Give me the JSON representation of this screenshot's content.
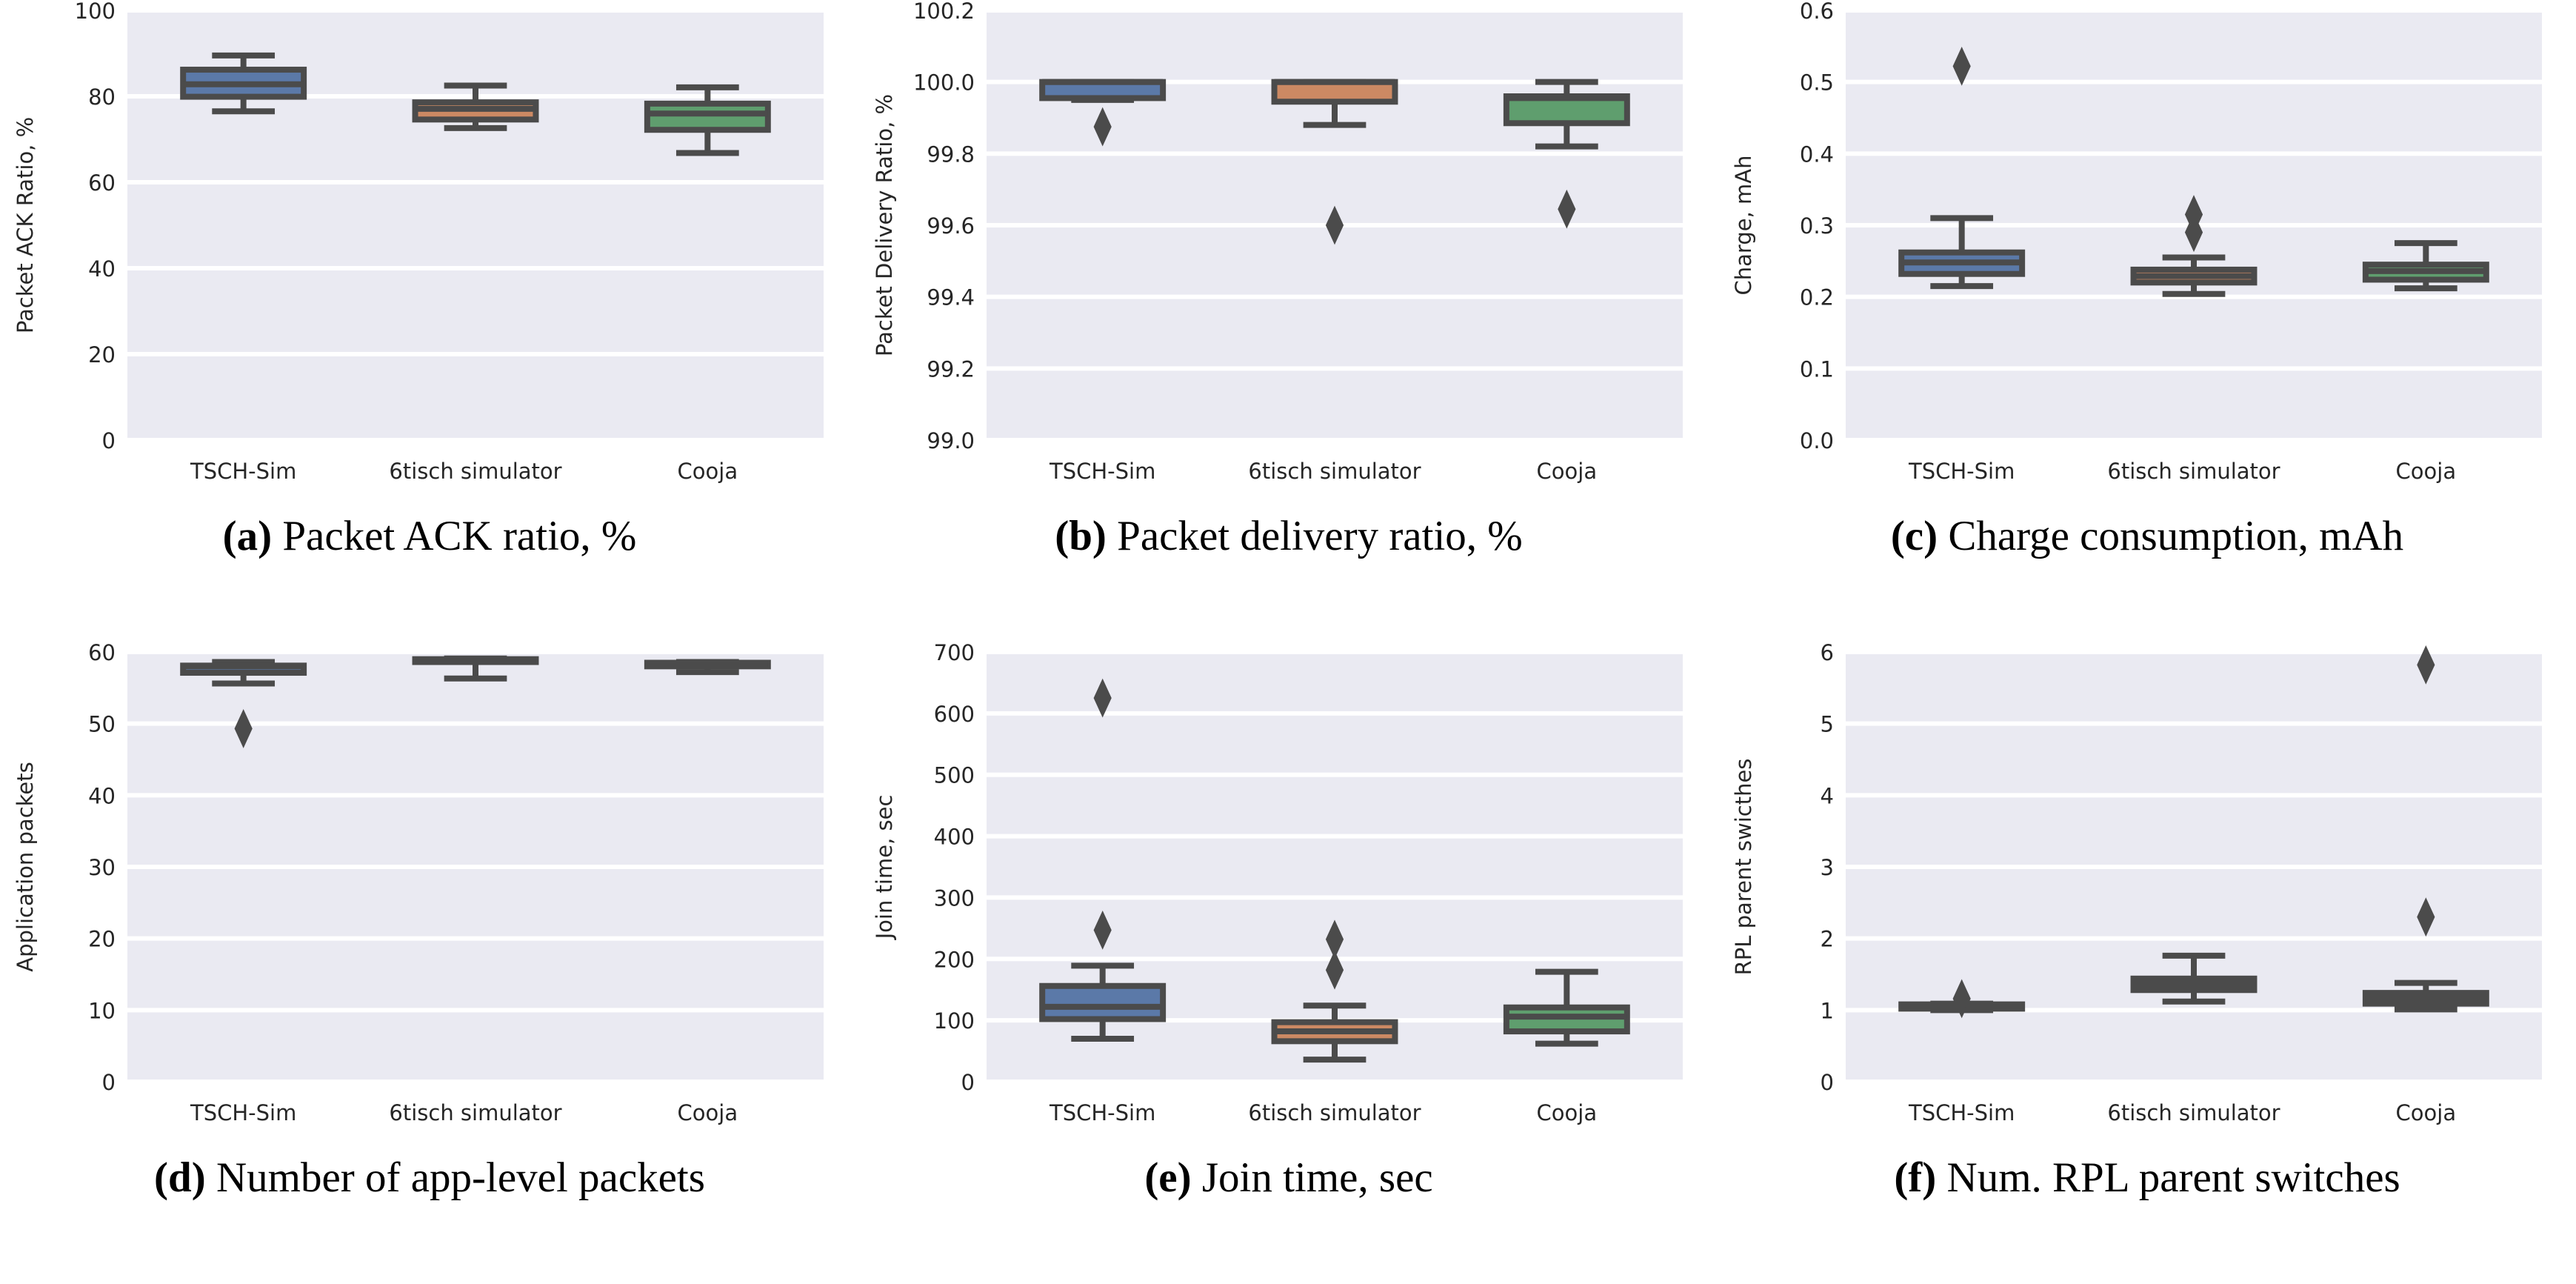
{
  "figure": {
    "categories": [
      "TSCH-Sim",
      "6tisch simulator",
      "Cooja"
    ],
    "palette": {
      "blue": "#5b79a8",
      "orange": "#cc8963",
      "green": "#5f9e6e",
      "edge": "#4b4b4b",
      "panel_bg": "#eaeaf2",
      "grid": "#ffffff",
      "text": "#262626",
      "caption": "#000000"
    },
    "panels": [
      {
        "key": "a",
        "caption_label": "(a)",
        "caption_text": "Packet ACK ratio, %",
        "chart_data": {
          "type": "box",
          "title": "",
          "xlabel": "",
          "ylabel": "Packet ACK Ratio, %",
          "ylim": [
            0,
            100
          ],
          "yticks": [
            0,
            20,
            40,
            60,
            80,
            100
          ],
          "ytick_labels": [
            "0",
            "20",
            "40",
            "60",
            "80",
            "100"
          ],
          "grid": true,
          "legend": "none",
          "categories": [
            "TSCH-Sim",
            "6tisch simulator",
            "Cooja"
          ],
          "series": [
            {
              "name": "TSCH-Sim",
              "color": "#5b79a8",
              "min": 76.5,
              "q1": 79.9,
              "median": 82.8,
              "q3": 86.2,
              "max": 89.5,
              "outliers": []
            },
            {
              "name": "6tisch simulator",
              "color": "#cc8963",
              "min": 72.6,
              "q1": 74.6,
              "median": 77.1,
              "q3": 78.6,
              "max": 82.5,
              "outliers": []
            },
            {
              "name": "Cooja",
              "color": "#5f9e6e",
              "min": 66.8,
              "q1": 72.2,
              "median": 76.0,
              "q3": 78.3,
              "max": 82.1,
              "outliers": []
            }
          ]
        }
      },
      {
        "key": "b",
        "caption_label": "(b)",
        "caption_text": "Packet delivery ratio, %",
        "chart_data": {
          "type": "box",
          "title": "",
          "xlabel": "",
          "ylabel": "Packet Delivery Ratio, %",
          "ylim": [
            99.0,
            100.2
          ],
          "yticks": [
            99.0,
            99.2,
            99.4,
            99.6,
            99.8,
            100.0,
            100.2
          ],
          "ytick_labels": [
            "99.0",
            "99.2",
            "99.4",
            "99.6",
            "99.8",
            "100.0",
            "100.2"
          ],
          "grid": true,
          "legend": "none",
          "categories": [
            "TSCH-Sim",
            "6tisch simulator",
            "Cooja"
          ],
          "series": [
            {
              "name": "TSCH-Sim",
              "color": "#5b79a8",
              "min": 99.95,
              "q1": 99.955,
              "median": 100.0,
              "q3": 100.0,
              "max": 100.0,
              "outliers": [
                99.875
              ]
            },
            {
              "name": "6tisch simulator",
              "color": "#cc8963",
              "min": 99.88,
              "q1": 99.945,
              "median": 100.0,
              "q3": 100.0,
              "max": 100.0,
              "outliers": [
                99.6
              ]
            },
            {
              "name": "Cooja",
              "color": "#5f9e6e",
              "min": 99.82,
              "q1": 99.885,
              "median": 99.955,
              "q3": 99.96,
              "max": 100.0,
              "outliers": [
                99.645
              ]
            }
          ]
        }
      },
      {
        "key": "c",
        "caption_label": "(c)",
        "caption_text": "Charge consumption, mAh",
        "chart_data": {
          "type": "box",
          "title": "",
          "xlabel": "",
          "ylabel": "Charge, mAh",
          "ylim": [
            0.0,
            0.6
          ],
          "yticks": [
            0.0,
            0.1,
            0.2,
            0.3,
            0.4,
            0.5,
            0.6
          ],
          "ytick_labels": [
            "0.0",
            "0.1",
            "0.2",
            "0.3",
            "0.4",
            "0.5",
            "0.6"
          ],
          "grid": true,
          "legend": "none",
          "categories": [
            "TSCH-Sim",
            "6tisch simulator",
            "Cooja"
          ],
          "series": [
            {
              "name": "TSCH-Sim",
              "color": "#5b79a8",
              "min": 0.215,
              "q1": 0.232,
              "median": 0.248,
              "q3": 0.262,
              "max": 0.31,
              "outliers": [
                0.522
              ]
            },
            {
              "name": "6tisch simulator",
              "color": "#cc8963",
              "min": 0.204,
              "q1": 0.22,
              "median": 0.229,
              "q3": 0.238,
              "max": 0.255,
              "outliers": [
                0.29,
                0.315
              ]
            },
            {
              "name": "Cooja",
              "color": "#5f9e6e",
              "min": 0.212,
              "q1": 0.224,
              "median": 0.236,
              "q3": 0.245,
              "max": 0.275,
              "outliers": []
            }
          ]
        }
      },
      {
        "key": "d",
        "caption_label": "(d)",
        "caption_text": "Number of app-level packets",
        "chart_data": {
          "type": "box",
          "title": "",
          "xlabel": "",
          "ylabel": "Application packets",
          "ylim": [
            0,
            60
          ],
          "yticks": [
            0,
            10,
            20,
            30,
            40,
            50,
            60
          ],
          "ytick_labels": [
            "0",
            "10",
            "20",
            "30",
            "40",
            "50",
            "60"
          ],
          "grid": true,
          "legend": "none",
          "categories": [
            "TSCH-Sim",
            "6tisch simulator",
            "Cooja"
          ],
          "series": [
            {
              "name": "TSCH-Sim",
              "color": "#5b79a8",
              "min": 55.6,
              "q1": 57.1,
              "median": 58.0,
              "q3": 58.1,
              "max": 58.6,
              "outliers": [
                49.3
              ]
            },
            {
              "name": "6tisch simulator",
              "color": "#cc8963",
              "min": 56.3,
              "q1": 58.6,
              "median": 58.9,
              "q3": 59.0,
              "max": 59.1,
              "outliers": []
            },
            {
              "name": "Cooja",
              "color": "#5f9e6e",
              "min": 57.2,
              "q1": 58.0,
              "median": 58.3,
              "q3": 58.5,
              "max": 58.6,
              "outliers": []
            }
          ]
        }
      },
      {
        "key": "e",
        "caption_label": "(e)",
        "caption_text": "Join time, sec",
        "chart_data": {
          "type": "box",
          "title": "",
          "xlabel": "",
          "ylabel": "Join time, sec",
          "ylim": [
            0,
            700
          ],
          "yticks": [
            0,
            100,
            200,
            300,
            400,
            500,
            600,
            700
          ],
          "ytick_labels": [
            "0",
            "100",
            "200",
            "300",
            "400",
            "500",
            "600",
            "700"
          ],
          "grid": true,
          "legend": "none",
          "categories": [
            "TSCH-Sim",
            "6tisch simulator",
            "Cooja"
          ],
          "series": [
            {
              "name": "TSCH-Sim",
              "color": "#5b79a8",
              "min": 70,
              "q1": 102,
              "median": 122,
              "q3": 156,
              "max": 189,
              "outliers": [
                247,
                625
              ]
            },
            {
              "name": "6tisch simulator",
              "color": "#cc8963",
              "min": 36,
              "q1": 66,
              "median": 82,
              "q3": 97,
              "max": 124,
              "outliers": [
                182,
                232
              ]
            },
            {
              "name": "Cooja",
              "color": "#5f9e6e",
              "min": 62,
              "q1": 82,
              "median": 106,
              "q3": 121,
              "max": 179,
              "outliers": []
            }
          ]
        }
      },
      {
        "key": "f",
        "caption_label": "(f)",
        "caption_text": "Num. RPL parent switches",
        "chart_data": {
          "type": "box",
          "title": "",
          "xlabel": "",
          "ylabel": "RPL parent swicthes",
          "ylim": [
            0,
            6
          ],
          "yticks": [
            0,
            1,
            2,
            3,
            4,
            5,
            6
          ],
          "ytick_labels": [
            "0",
            "1",
            "2",
            "3",
            "4",
            "5",
            "6"
          ],
          "grid": true,
          "legend": "none",
          "categories": [
            "TSCH-Sim",
            "6tisch simulator",
            "Cooja"
          ],
          "series": [
            {
              "name": "TSCH-Sim",
              "color": "#5b79a8",
              "min": 1.0,
              "q1": 1.02,
              "median": 1.05,
              "q3": 1.08,
              "max": 1.09,
              "outliers": [
                1.16
              ]
            },
            {
              "name": "6tisch simulator",
              "color": "#cc8963",
              "min": 1.12,
              "q1": 1.28,
              "median": 1.36,
              "q3": 1.44,
              "max": 1.76,
              "outliers": []
            },
            {
              "name": "Cooja",
              "color": "#5f9e6e",
              "min": 1.01,
              "q1": 1.09,
              "median": 1.16,
              "q3": 1.24,
              "max": 1.38,
              "outliers": [
                2.3,
                5.82
              ]
            }
          ]
        }
      }
    ]
  }
}
